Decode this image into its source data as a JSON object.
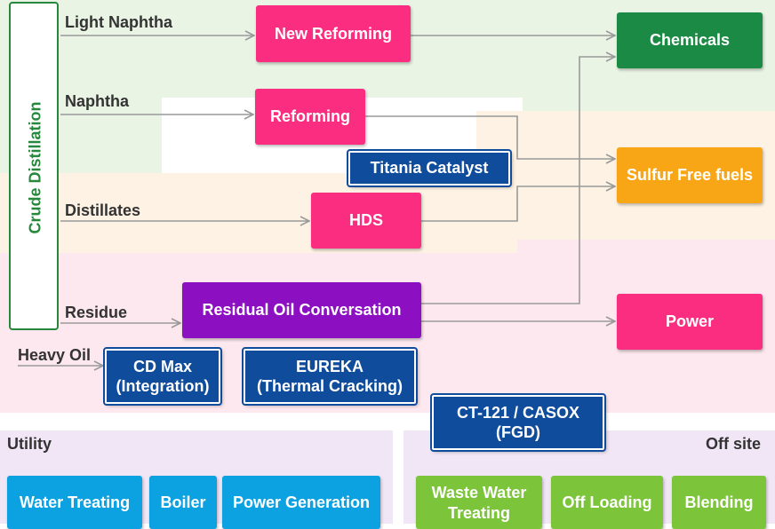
{
  "colors": {
    "pink": "#fb2d80",
    "green": "#1b8a44",
    "orange": "#f8a616",
    "purple": "#8c0fc2",
    "navy": "#0f4c9c",
    "cyan": "#0ca1e0",
    "lime": "#7cc53a",
    "crude": "#27873c",
    "zone_green": "#e9f4e4",
    "zone_orange": "#fdf2e3",
    "zone_pink": "#fce8ee",
    "zone_lavender": "#f1e6f6",
    "arrow": "#999999"
  },
  "crude_label": "Crude Distillation",
  "streams": {
    "light_naphtha": "Light Naphtha",
    "naphtha": "Naphtha",
    "distillates": "Distillates",
    "residue": "Residue",
    "heavy_oil": "Heavy Oil"
  },
  "processes": {
    "new_reforming": "New Reforming",
    "reforming": "Reforming",
    "hds": "HDS",
    "residual": "Residual Oil Conversation"
  },
  "products": {
    "chemicals": "Chemicals",
    "sulfur_free": "Sulfur Free fuels",
    "power": "Power"
  },
  "technologies": {
    "titania": "Titania Catalyst",
    "cdmax_line1": "CD Max",
    "cdmax_line2": "(Integration)",
    "eureka_line1": "EUREKA",
    "eureka_line2": "(Thermal Cracking)",
    "ct121_line1": "CT-121 / CASOX",
    "ct121_line2": "(FGD)"
  },
  "utility": {
    "title": "Utility",
    "items": [
      "Water Treating",
      "Boiler",
      "Power Generation"
    ]
  },
  "offsite": {
    "title": "Off site",
    "waste_line1": "Waste Water",
    "waste_line2": "Treating",
    "items": [
      "Off Loading",
      "Blending"
    ]
  }
}
